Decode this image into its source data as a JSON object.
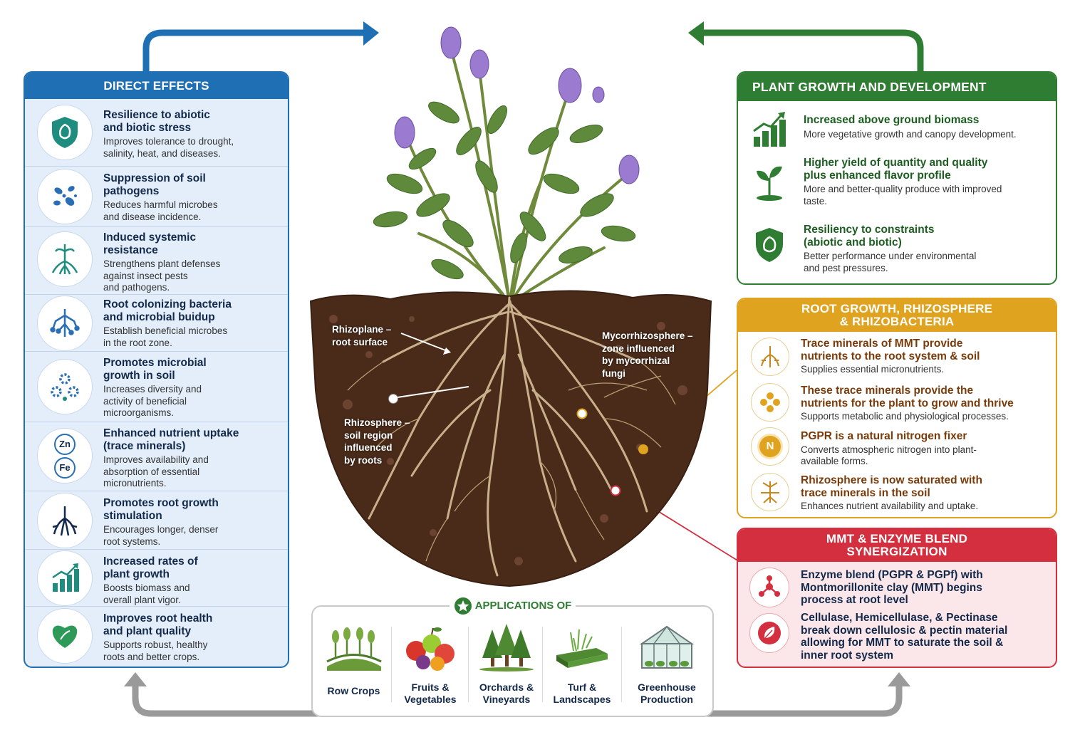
{
  "direct_effects": {
    "header": "DIRECT EFFECTS",
    "items": [
      {
        "title": "Resilience to abiotic\nand biotic stress",
        "desc": "Improves tolerance to drought,\nsalinity, heat, and diseases.",
        "icon": "shield-leaf-icon"
      },
      {
        "title": "Suppression of soil\npathogens",
        "desc": "Reduces harmful microbes\nand disease incidence.",
        "icon": "microbes-icon"
      },
      {
        "title": "Induced systemic\nresistance",
        "desc": "Strengthens plant defenses\nagainst insect pests\nand pathogens.",
        "icon": "plant-roots-icon"
      },
      {
        "title": "Root colonizing bacteria\nand microbial buidup",
        "desc": "Establish beneficial microbes\nin the root zone.",
        "icon": "root-network-icon"
      },
      {
        "title": "Promotes microbial\ngrowth in soil",
        "desc": "Increases diversity and\nactivity of beneficial\nmicroorganisms.",
        "icon": "gears-icon"
      },
      {
        "title": "Enhanced nutrient uptake\n(trace minerals)",
        "desc": "Improves availability and\nabsorption of essential\nmicronutrients.",
        "icon": "zn-fe-icon",
        "icon_labels": [
          "Zn",
          "Fe"
        ]
      },
      {
        "title": "Promotes root growth\nstimulation",
        "desc": "Encourages longer, denser\nroot systems.",
        "icon": "roots-icon"
      },
      {
        "title": "Increased rates of\nplant growth",
        "desc": "Boosts biomass and\noverall plant vigor.",
        "icon": "growth-chart-icon"
      },
      {
        "title": "Improves root health\nand plant quality",
        "desc": "Supports robust, healthy\nroots and better crops.",
        "icon": "heart-leaf-icon"
      }
    ]
  },
  "plant_growth": {
    "header": "PLANT GROWTH AND DEVELOPMENT",
    "items": [
      {
        "title": "Increased above ground biomass",
        "desc": "More vegetative growth and canopy development.",
        "icon": "bar-chart-icon"
      },
      {
        "title": "Higher yield of quantity and quality\nplus enhanced flavor profile",
        "desc": "More and better-quality produce with improved\ntaste.",
        "icon": "seedling-icon"
      },
      {
        "title": "Resiliency to constraints\n(abiotic and biotic)",
        "desc": "Better performance under environmental\nand pest pressures.",
        "icon": "shield-leaf-icon"
      }
    ]
  },
  "root_growth": {
    "header": "ROOT GROWTH, RHIZOSPHERE\n& RHIZOBACTERIA",
    "items": [
      {
        "title": "Trace minerals of MMT provide\nnutrients to the root system & soil",
        "desc": "Supplies essential micronutrients.",
        "icon": "root-icon"
      },
      {
        "title": "These trace minerals provide the\nnutrients for the plant to grow and thrive",
        "desc": "Supports metabolic and physiological processes.",
        "icon": "molecules-icon"
      },
      {
        "title": "PGPR is a natural nitrogen fixer",
        "desc": "Converts atmospheric nitrogen into plant-\navailable forms.",
        "icon": "nitrogen-icon",
        "icon_label": "N"
      },
      {
        "title": "Rhizosphere is now saturated with\ntrace minerals in the soil",
        "desc": "Enhances nutrient availability and uptake.",
        "icon": "root-spread-icon"
      }
    ]
  },
  "mmt_blend": {
    "header": "MMT & ENZYME BLEND\nSYNERGIZATION",
    "items": [
      {
        "text": "Enzyme blend (PGPR & PGPf) with\nMontmorillonite clay (MMT) begins\nprocess at root level",
        "icon": "molecule-icon"
      },
      {
        "text": "Cellulase, Hemicellulase, & Pectinase\nbreak down cellulosic & pectin material\nallowing for MMT to saturate the soil &\ninner root system",
        "icon": "leaf-icon"
      }
    ]
  },
  "diagram_labels": {
    "rhizoplane": "Rhizoplane –\nroot surface",
    "mycorrhizosphere": "Mycorrhizosphere –\nzone influenced\nby mycorrhizal\nfungi",
    "rhizosphere": "Rhizosphere –\nsoil region\ninfluenced\nby roots"
  },
  "applications": {
    "title": "APPLICATIONS OF",
    "items": [
      {
        "label": "Row Crops",
        "icon": "row-crops-icon"
      },
      {
        "label": "Fruits &\nVegetables",
        "icon": "fruits-vegetables-icon"
      },
      {
        "label": "Orchards &\nVineyards",
        "icon": "trees-icon"
      },
      {
        "label": "Turf &\nLandscapes",
        "icon": "turf-icon"
      },
      {
        "label": "Greenhouse\nProduction",
        "icon": "greenhouse-icon"
      }
    ]
  },
  "colors": {
    "direct": "#1f6fb5",
    "growth": "#2e7d32",
    "roots": "#e0a31f",
    "mmt": "#d32f3f",
    "soil": "#4a2b1a"
  }
}
